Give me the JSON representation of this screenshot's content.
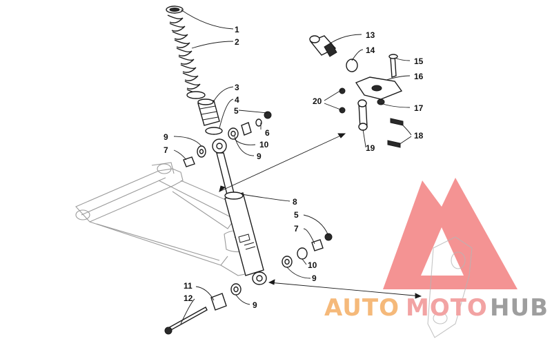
{
  "callouts": {
    "c1": "1",
    "c2": "2",
    "c3": "3",
    "c4": "4",
    "c5a": "5",
    "c6": "6",
    "c9a": "9",
    "c7a": "7",
    "c10a": "10",
    "c9b": "9",
    "c13": "13",
    "c14": "14",
    "c15": "15",
    "c16": "16",
    "c20": "20",
    "c17": "17",
    "c18": "18",
    "c19": "19",
    "c8": "8",
    "c5b": "5",
    "c7b": "7",
    "c10b": "10",
    "c9c": "9",
    "c11": "11",
    "c12": "12",
    "c9d": "9"
  },
  "watermark": {
    "part1": "AUTO",
    "part2": "MOTO",
    "part3": "HUB",
    "colors": {
      "auto": "#f5b97a",
      "moto": "#f2a3a3",
      "hub": "#9e9e9e",
      "triangle": "#f06a6a"
    }
  }
}
